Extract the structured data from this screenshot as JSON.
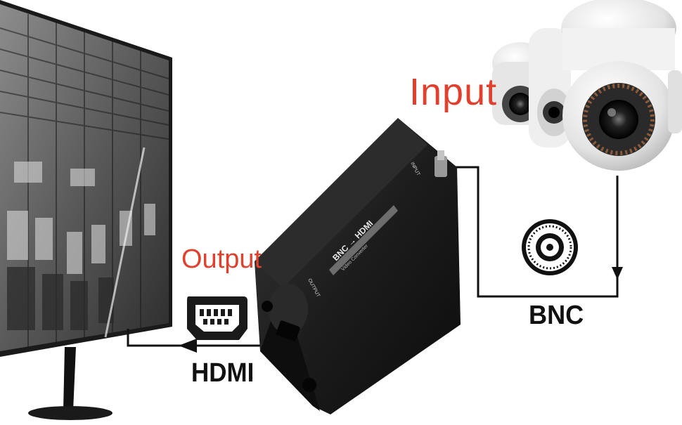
{
  "diagram": {
    "labels": {
      "input": "Input",
      "output": "Output",
      "hdmi": "HDMI",
      "bnc": "BNC"
    },
    "device": {
      "top_text": "BNC → HDMI",
      "sub_text": "Video Converter",
      "output_port_text": "OUTPUT",
      "input_port_text": "INPUT"
    },
    "colors": {
      "accent_red": "#e0412f",
      "line": "#111111",
      "device_body": "#1b1b1b"
    },
    "icons": [
      "monitor-icon",
      "hdmi-port-icon",
      "bnc-connector-icon",
      "security-camera-icon",
      "converter-box-icon"
    ]
  }
}
